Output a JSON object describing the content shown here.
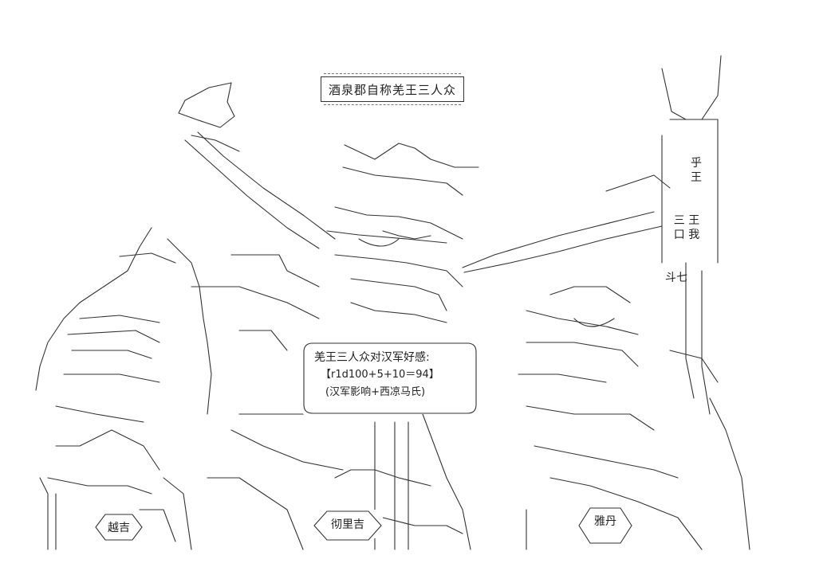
{
  "title": "酒泉郡自称羌王三人众",
  "event": {
    "heading": "羌王三人众对汉军好感:",
    "dice": "【r1d100+5+10＝94】",
    "note": "(汉军影响+西凉马氏)"
  },
  "characters": [
    {
      "name": "越吉"
    },
    {
      "name": "彻里吉"
    },
    {
      "name": "雅丹"
    }
  ],
  "flag_text": {
    "line1": "乎",
    "line2": "王",
    "line3": "三 王",
    "line4": "口 我",
    "line5": "斗七"
  },
  "colors": {
    "ink": "#222222",
    "background": "#ffffff"
  }
}
